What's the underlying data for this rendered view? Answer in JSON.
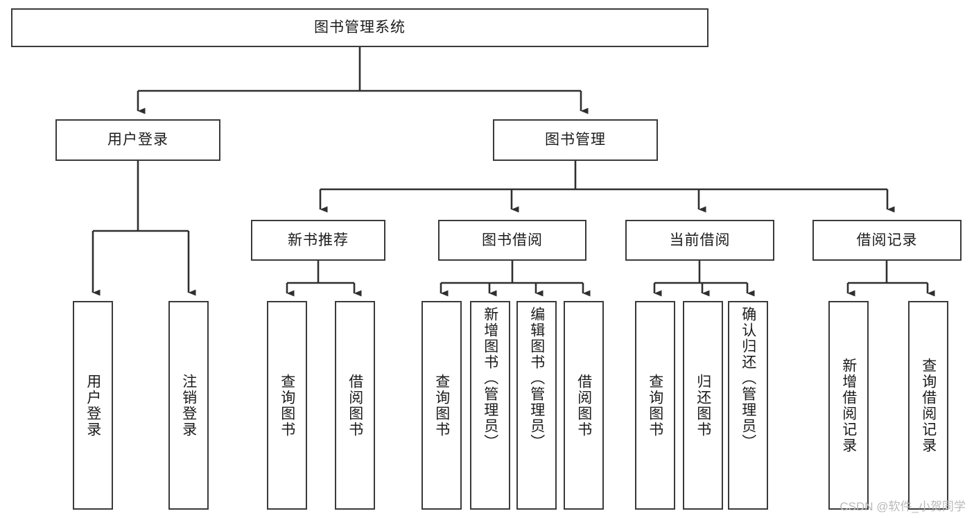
{
  "diagram": {
    "title": "图书管理系统",
    "type": "tree-hierarchy-flowchart",
    "colors": {
      "stroke": "#3a3a3a",
      "fill": "#ffffff",
      "text": "#1b1b1b",
      "watermark": "#b9b9b9"
    },
    "root": {
      "label": "图书管理系统"
    },
    "level2": [
      {
        "label": "用户登录"
      },
      {
        "label": "图书管理"
      }
    ],
    "level3": [
      {
        "label": "新书推荐"
      },
      {
        "label": "图书借阅"
      },
      {
        "label": "当前借阅"
      },
      {
        "label": "借阅记录"
      }
    ],
    "leaves": {
      "user_login": [
        {
          "label": "用户登录"
        },
        {
          "label": "注销登录"
        }
      ],
      "new_book_recommend": [
        {
          "label": "查询图书"
        },
        {
          "label": "借阅图书"
        }
      ],
      "book_borrow": [
        {
          "label": "查询图书"
        },
        {
          "label": "新增图书（管理员）"
        },
        {
          "label": "编辑图书（管理员）"
        },
        {
          "label": "借阅图书"
        }
      ],
      "current_borrow": [
        {
          "label": "查询图书"
        },
        {
          "label": "归还图书"
        },
        {
          "label": "确认归还（管理员）"
        }
      ],
      "borrow_record": [
        {
          "label": "新增借阅记录"
        },
        {
          "label": "查询借阅记录"
        }
      ]
    }
  },
  "watermark": {
    "text": "CSDN @软件_小贺同学"
  }
}
